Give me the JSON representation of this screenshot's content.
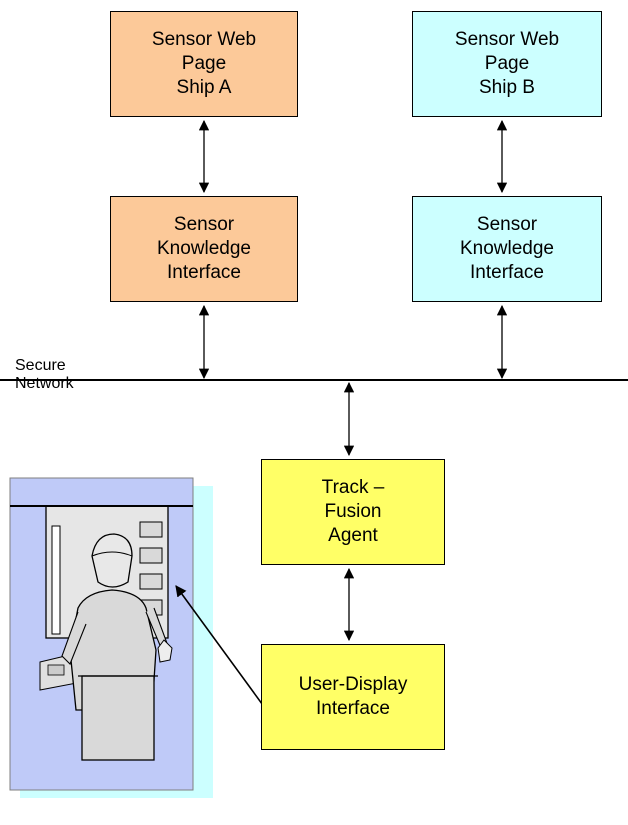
{
  "nodes": {
    "sensor_web_a": "Sensor Web\nPage\nShip A",
    "sensor_web_b": "Sensor Web\nPage\nShip B",
    "ski_a": "Sensor\nKnowledge\nInterface",
    "ski_b": "Sensor\nKnowledge\nInterface",
    "track_fusion": "Track –\nFusion\nAgent",
    "user_display": "User-Display\nInterface"
  },
  "network_label": "Secure\nNetwork",
  "colors": {
    "ship_a": "#fcc999",
    "ship_b": "#ccffff",
    "agent": "#ffff66",
    "display_panel_back": "#ccffff",
    "display_panel_front": "#bfcaf8"
  },
  "icons": [
    "operator-at-console-icon"
  ]
}
